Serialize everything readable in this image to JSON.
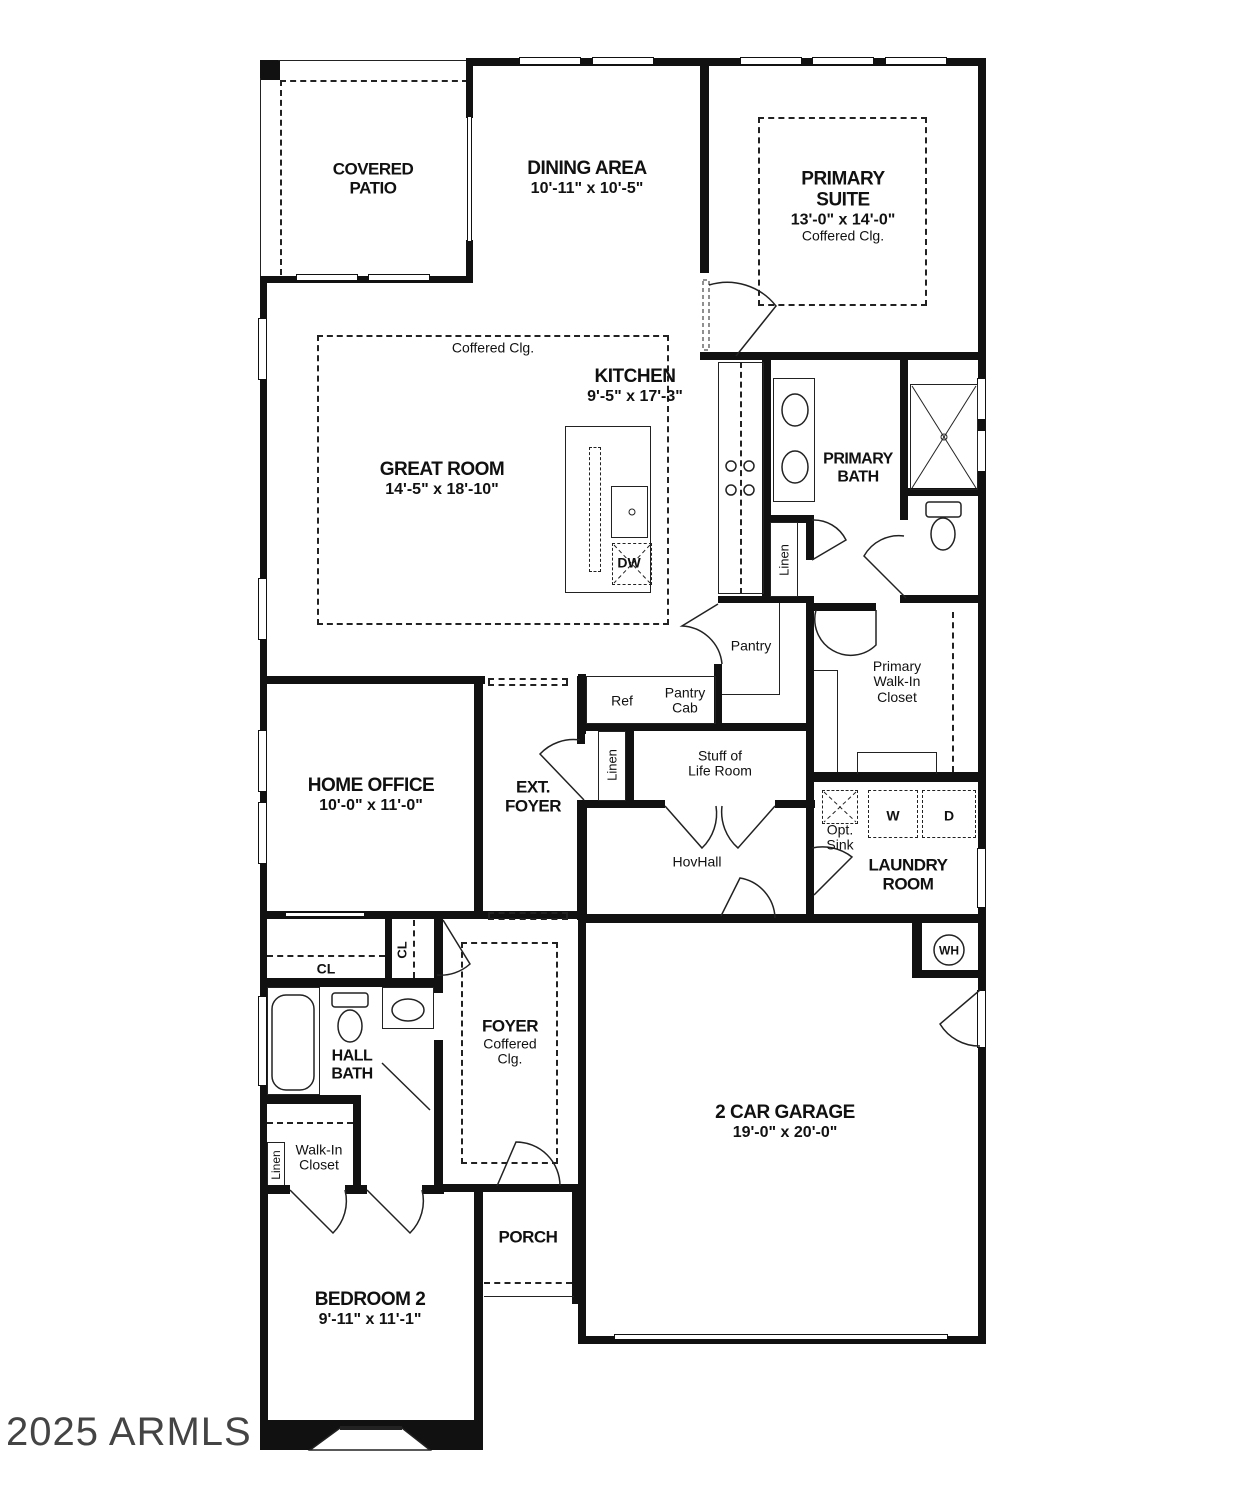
{
  "floor_plan": {
    "rooms": [
      {
        "id": "covered_patio",
        "name": "COVERED\nPATIO",
        "line1": "COVERED",
        "line2": "PATIO"
      },
      {
        "id": "dining_area",
        "name": "DINING AREA",
        "dims": "10'-11\" x 10'-5\""
      },
      {
        "id": "primary_suite",
        "line1": "PRIMARY",
        "line2": "SUITE",
        "dims": "13'-0\" x 14'-0\"",
        "note": "Coffered Clg."
      },
      {
        "id": "great_room",
        "name": "GREAT ROOM",
        "dims": "14'-5\" x 18'-10\"",
        "note": "Coffered Clg."
      },
      {
        "id": "kitchen",
        "name": "KITCHEN",
        "dims": "9'-5\" x 17'-3\""
      },
      {
        "id": "primary_bath",
        "line1": "PRIMARY",
        "line2": "BATH"
      },
      {
        "id": "pantry",
        "name": "Pantry"
      },
      {
        "id": "primary_walk_in_closet",
        "line1": "Primary",
        "line2": "Walk-In",
        "line3": "Closet"
      },
      {
        "id": "ref",
        "name": "Ref"
      },
      {
        "id": "pantry_cab",
        "line1": "Pantry",
        "line2": "Cab"
      },
      {
        "id": "stuff_of_life",
        "line1": "Stuff of",
        "line2": "Life Room"
      },
      {
        "id": "home_office",
        "name": "HOME OFFICE",
        "dims": "10'-0\" x 11'-0\""
      },
      {
        "id": "ext_foyer",
        "line1": "EXT.",
        "line2": "FOYER"
      },
      {
        "id": "hovhall",
        "name": "HovHall"
      },
      {
        "id": "laundry",
        "line1": "LAUNDRY",
        "line2": "ROOM"
      },
      {
        "id": "foyer",
        "name": "FOYER",
        "note1": "Coffered",
        "note2": "Clg."
      },
      {
        "id": "hall_bath",
        "line1": "HALL",
        "line2": "BATH"
      },
      {
        "id": "walk_in_closet",
        "line1": "Walk-In",
        "line2": "Closet"
      },
      {
        "id": "garage",
        "name": "2 CAR GARAGE",
        "dims": "19'-0\" x 20'-0\""
      },
      {
        "id": "porch",
        "name": "PORCH"
      },
      {
        "id": "bedroom2",
        "name": "BEDROOM 2",
        "dims": "9'-11\" x 11'-1\""
      }
    ],
    "small_labels": {
      "linen_primary_bath": "Linen",
      "linen_hall": "Linen",
      "linen_walk_in": "Linen",
      "dw": "DW",
      "washer": "W",
      "dryer": "D",
      "opt_sink_1": "Opt.",
      "opt_sink_2": "Sink",
      "cl_hall": "CL",
      "cl_vertical": "CL",
      "water_heater": "WH"
    }
  },
  "watermark": "2025 ARMLS"
}
